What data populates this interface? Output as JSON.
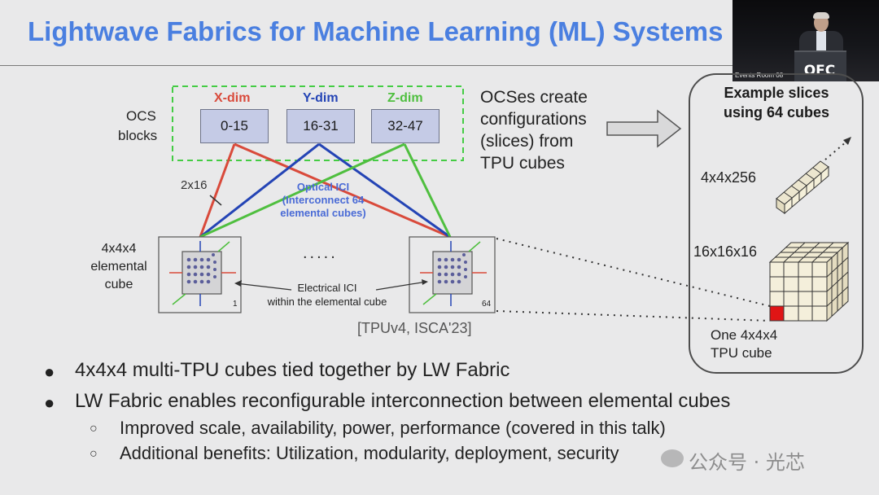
{
  "slide": {
    "title": "Lightwave Fabrics for Machine Learning (ML) Systems",
    "ocs_blocks_label_1": "OCS",
    "ocs_blocks_label_2": "blocks",
    "dims": [
      {
        "label": "X-dim",
        "range": "0-15",
        "color": "#d94a3b"
      },
      {
        "label": "Y-dim",
        "range": "16-31",
        "color": "#2444b5"
      },
      {
        "label": "Z-dim",
        "range": "32-47",
        "color": "#4fbf3f"
      }
    ],
    "link_label": "2x16",
    "optical_ici": [
      "Optical ICI",
      "(Interconnect 64",
      "elemental cubes)"
    ],
    "cube_label": [
      "4x4x4",
      "elemental",
      "cube"
    ],
    "ellipsis": ".....",
    "electrical_ici": [
      "Electrical ICI",
      "within the elemental cube"
    ],
    "cube_numbers": [
      "1",
      "64"
    ],
    "citation": "[TPUv4, ISCA'23]",
    "ocs_text": [
      "OCSes create",
      "configurations",
      "(slices) from",
      "TPU cubes"
    ],
    "panel": {
      "title": [
        "Example slices",
        "using 64 cubes"
      ],
      "slice_a": "4x4x256",
      "slice_b": "16x16x16",
      "one_cube": [
        "One 4x4x4",
        "TPU cube"
      ]
    },
    "bullets": [
      "4x4x4 multi-TPU cubes tied together by LW Fabric",
      "LW Fabric enables reconfigurable interconnection between elemental cubes"
    ],
    "sub_bullets": [
      "Improved scale, availability, power, performance (covered in this talk)",
      "Additional benefits: Utilization, modularity, deployment, security"
    ],
    "bullet_glyph": "●",
    "sub_glyph": "○"
  },
  "video": {
    "label": "Events Room 08",
    "logo": "OFC"
  },
  "watermark": "公众号 · 光芯",
  "colors": {
    "title": "#4a7fe0",
    "dashed_box": "#44cc44",
    "optical": "#4a6bd6"
  }
}
